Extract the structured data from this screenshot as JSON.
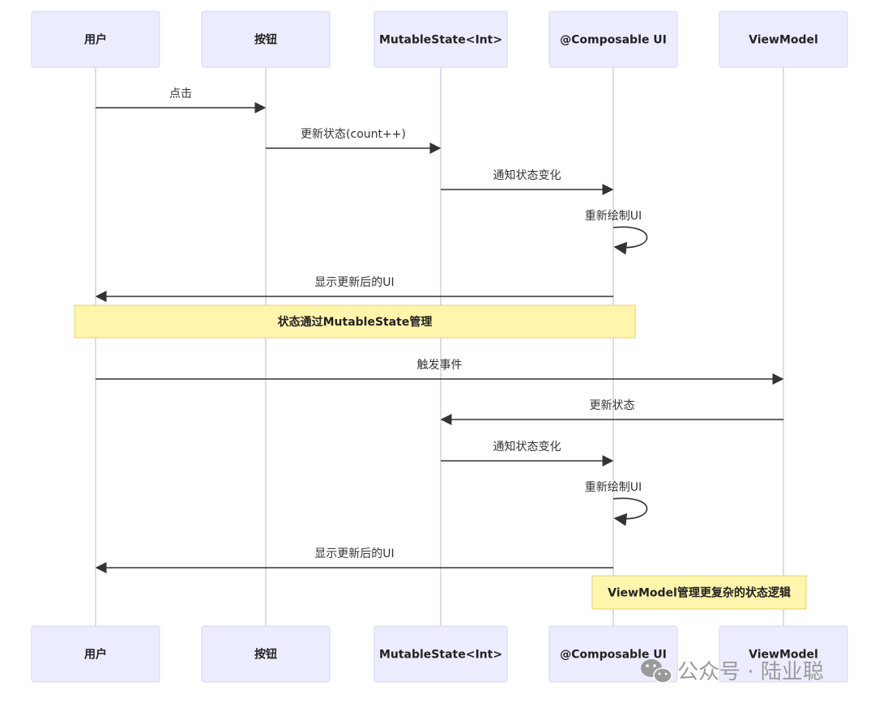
{
  "participants": [
    {
      "label": "用户"
    },
    {
      "label": "按钮"
    },
    {
      "label": "MutableState<Int>"
    },
    {
      "label": "@Composable UI"
    },
    {
      "label": "ViewModel"
    }
  ],
  "messages": [
    {
      "label": "点击",
      "from": 0,
      "to": 1
    },
    {
      "label": "更新状态(count++)",
      "from": 1,
      "to": 2
    },
    {
      "label": "通知状态变化",
      "from": 2,
      "to": 3
    },
    {
      "label": "重新绘制UI",
      "from": 3,
      "to": 3
    },
    {
      "label": "显示更新后的UI",
      "from": 3,
      "to": 0
    },
    {
      "label": "触发事件",
      "from": 0,
      "to": 4
    },
    {
      "label": "更新状态",
      "from": 4,
      "to": 2
    },
    {
      "label": "通知状态变化",
      "from": 2,
      "to": 3
    },
    {
      "label": "重新绘制UI",
      "from": 3,
      "to": 3
    },
    {
      "label": "显示更新后的UI",
      "from": 3,
      "to": 0
    }
  ],
  "notes": [
    {
      "label": "状态通过MutableState管理",
      "from": 0,
      "to": 3
    },
    {
      "label": "ViewModel管理更复杂的状态逻辑",
      "from": 4,
      "to": 4
    }
  ],
  "colors": {
    "actor_fill": "#ECECFF",
    "actor_stroke": "#D6D6F5",
    "lifeline": "#CFCFEF",
    "message_line": "#333333",
    "note_fill": "#FFF5AD",
    "note_stroke": "#E0D36A"
  },
  "watermark": {
    "icon": "wechat-icon",
    "text": "公众号 · 陆业聪"
  }
}
